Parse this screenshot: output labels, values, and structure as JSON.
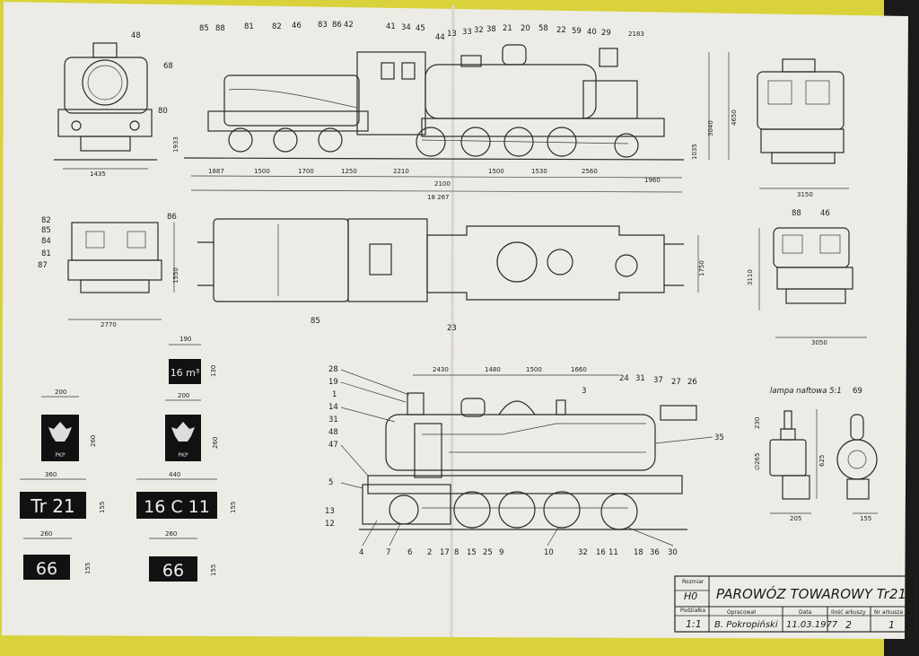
{
  "top_front_view": {
    "refs": [
      "48",
      "68",
      "80"
    ],
    "dims": [
      "1435"
    ]
  },
  "top_side_view": {
    "refs": [
      "85",
      "88",
      "81",
      "82",
      "46",
      "83",
      "86",
      "42",
      "41",
      "34",
      "45",
      "44",
      "13",
      "33",
      "32",
      "38",
      "21",
      "20",
      "58",
      "22",
      "59",
      "40",
      "29"
    ],
    "dims": [
      "1887",
      "1500",
      "1700",
      "1250",
      "2210",
      "2100",
      "1500",
      "1530",
      "2560",
      "1960",
      "18 267",
      "1035",
      "1933",
      "3040",
      "4650",
      "2183"
    ]
  },
  "top_rear_view": {
    "dims": [
      "3150"
    ]
  },
  "mid_left_view": {
    "refs": [
      "82",
      "85",
      "84",
      "81",
      "87",
      "86"
    ],
    "dims": [
      "1550",
      "2770"
    ]
  },
  "plan_view": {
    "refs": [
      "85",
      "23"
    ],
    "dims": [
      "1750"
    ]
  },
  "mid_right_view": {
    "refs": [
      "88",
      "46"
    ],
    "dims": [
      "3110",
      "3050"
    ]
  },
  "plates": {
    "tank": {
      "text": "16 m³",
      "dims": [
        "190",
        "130"
      ]
    },
    "eagle_left": {
      "text": "PKP",
      "dims": [
        "200",
        "260"
      ]
    },
    "eagle_right": {
      "text": "PKP",
      "dims": [
        "200",
        "260"
      ]
    },
    "class_plate": {
      "text": "Tr 21",
      "dims": [
        "360",
        "155"
      ]
    },
    "number_plate": {
      "text": "16 C 11",
      "dims": [
        "440",
        "155"
      ]
    },
    "depot_plate_left": {
      "text": "66",
      "dims": [
        "260",
        "155"
      ]
    },
    "depot_plate_right": {
      "text": "66",
      "dims": [
        "260",
        "155"
      ]
    }
  },
  "detail_view": {
    "dims": [
      "2430",
      "1480",
      "1500",
      "1660"
    ],
    "left_refs": [
      "28",
      "19",
      "1",
      "14",
      "31",
      "48",
      "47",
      "5",
      "13",
      "12"
    ],
    "top_refs": [
      "24",
      "31",
      "37",
      "27",
      "26",
      "3",
      "35"
    ],
    "bottom_refs": [
      "4",
      "7",
      "6",
      "2",
      "17",
      "8",
      "15",
      "25",
      "9",
      "10",
      "32",
      "16",
      "11",
      "18",
      "36",
      "30"
    ]
  },
  "lamp": {
    "title": "lampa naftowa 5:1",
    "ref": "69",
    "dims": [
      "230",
      "625",
      "∅265",
      "205",
      "155"
    ]
  },
  "title_block": {
    "lbl_rozmiar": "Rozmiar",
    "scale_ho": "H0",
    "lbl_podzialka": "Podziałka",
    "scale_ratio": "1:1",
    "title": "PAROWÓZ TOWAROWY Tr21",
    "lbl_opracowal": "Opracował",
    "author": "B. Pokropiński",
    "lbl_data": "Data",
    "date": "11.03.1977",
    "lbl_ilosc": "Ilość arkuszy",
    "sheets": "2",
    "lbl_nr": "Nr arkusza",
    "sheet_no": "1"
  }
}
